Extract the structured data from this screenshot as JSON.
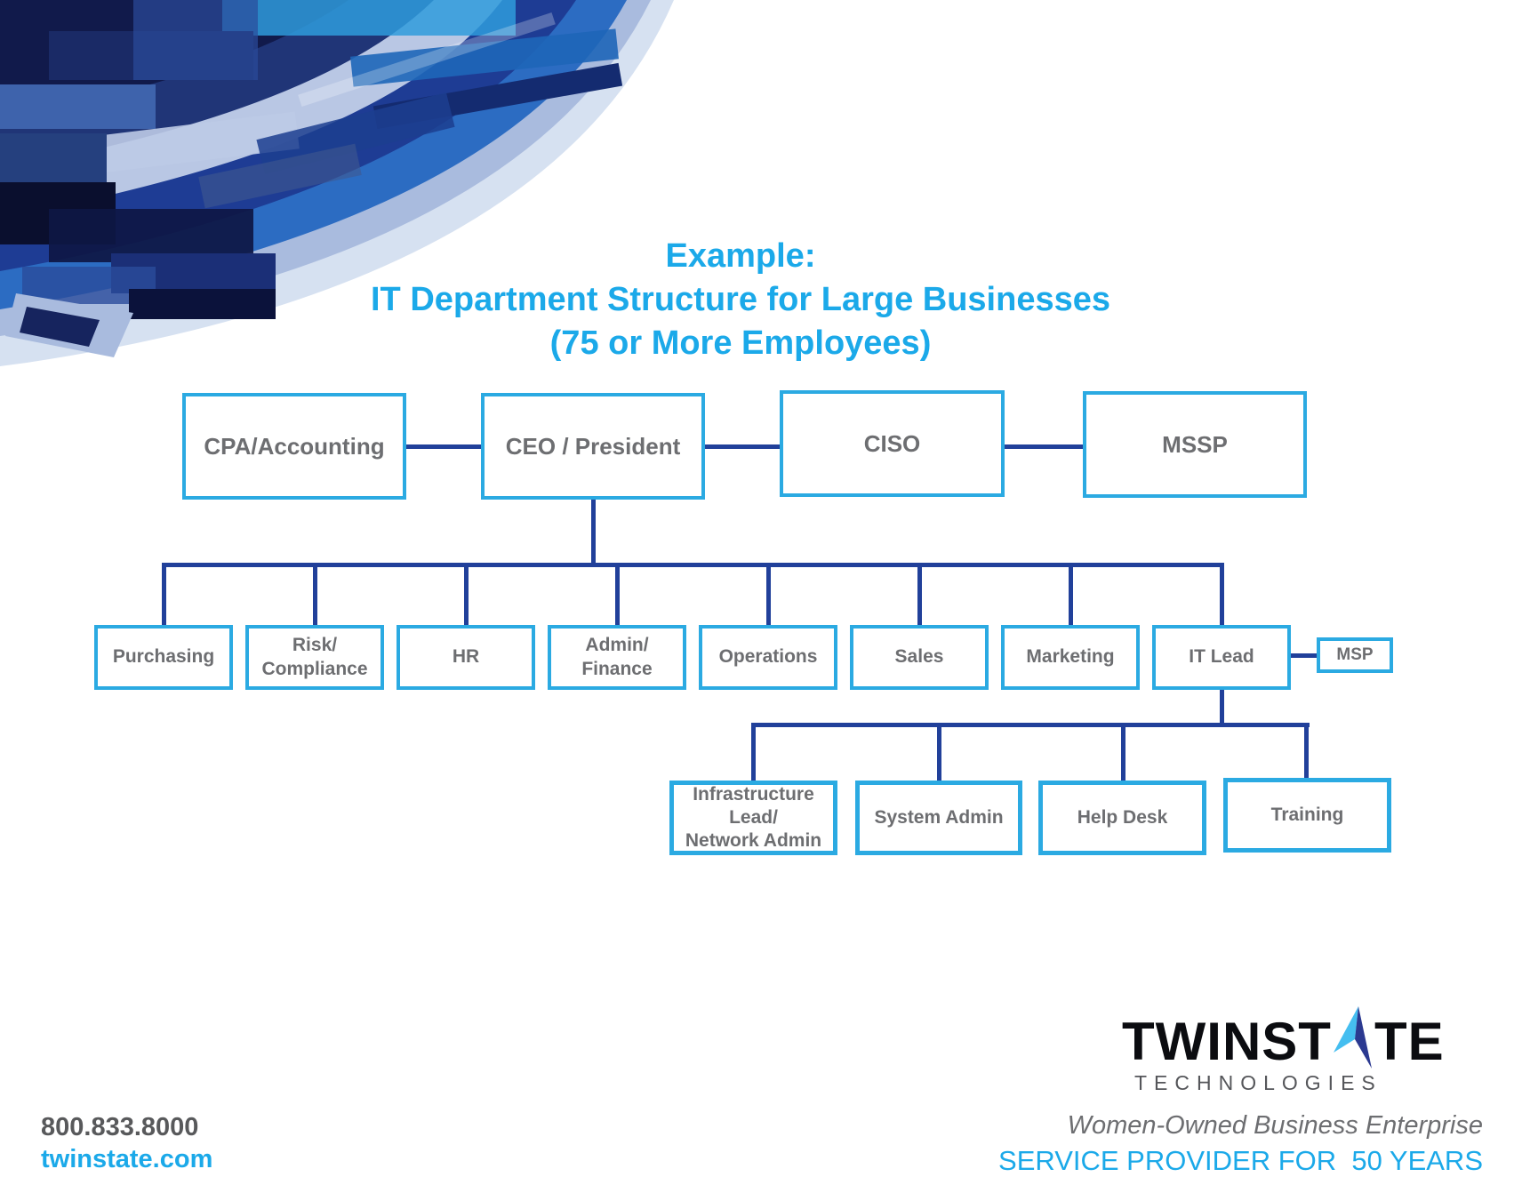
{
  "title": {
    "line1": "Example:",
    "line2": "IT Department Structure for Large Businesses",
    "line3": "(75 or More Employees)"
  },
  "colors": {
    "accent_blue": "#1BA9E9",
    "box_border_blue": "#2BAAE2",
    "connector_navy": "#21409A",
    "box_text_gray": "#6D6E71",
    "footer_gray": "#58595B"
  },
  "org_chart": {
    "top_row": [
      {
        "label": "CPA/Accounting"
      },
      {
        "label": "CEO / President"
      },
      {
        "label": "CISO"
      },
      {
        "label": "MSSP"
      }
    ],
    "second_row": [
      {
        "label": "Purchasing"
      },
      {
        "label": "Risk/\nCompliance"
      },
      {
        "label": "HR"
      },
      {
        "label": "Admin/\nFinance"
      },
      {
        "label": "Operations"
      },
      {
        "label": "Sales"
      },
      {
        "label": "Marketing"
      },
      {
        "label": "IT Lead"
      }
    ],
    "msp": {
      "label": "MSP"
    },
    "third_row": [
      {
        "label": "Infrastructure\nLead/\nNetwork Admin"
      },
      {
        "label": "System Admin"
      },
      {
        "label": "Help Desk"
      },
      {
        "label": "Training"
      }
    ]
  },
  "footer": {
    "phone": "800.833.8000",
    "website": "twinstate.com",
    "logo": {
      "brand": "TWINSTATE",
      "part1": "TWINST",
      "part2": "TE",
      "subtitle": "TECHNOLOGIES"
    },
    "tagline1": "Women-Owned Business Enterprise",
    "tagline2": "SERVICE PROVIDER FOR  50 YEARS"
  }
}
